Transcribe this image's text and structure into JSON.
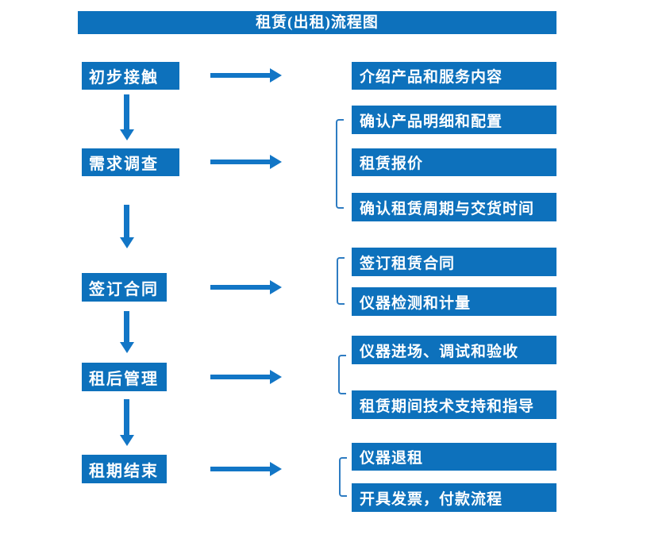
{
  "title": "租赁(出租)流程图",
  "colors": {
    "primary_blue": "#0d71bc",
    "arrow_blue": "#1276c6",
    "bracket_blue": "#2e7cc2",
    "text_white": "#ffffff",
    "background": "#ffffff"
  },
  "stages": [
    {
      "label": "初步接触",
      "details": [
        "介绍产品和服务内容"
      ]
    },
    {
      "label": "需求调查",
      "details": [
        "确认产品明细和配置",
        "租赁报价",
        "确认租赁周期与交货时间"
      ]
    },
    {
      "label": "签订合同",
      "details": [
        "签订租赁合同",
        "仪器检测和计量"
      ]
    },
    {
      "label": "租后管理",
      "details": [
        "仪器进场、调试和验收",
        "租赁期间技术支持和指导"
      ]
    },
    {
      "label": "租期结束",
      "details": [
        "仪器退租",
        "开具发票，付款流程"
      ]
    }
  ]
}
